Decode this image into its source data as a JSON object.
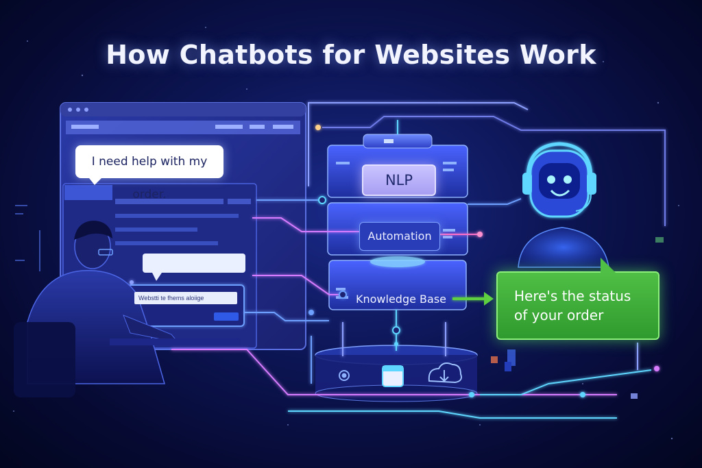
{
  "title": "How Chatbots for Websites Work",
  "user_message": "I need help with my order.",
  "chat_input_text": "Webstti te fhems aloiige",
  "layers": {
    "nlp": "NLP",
    "automation": "Automation",
    "knowledge_base": "Knowledge Base"
  },
  "bot_reply": {
    "line1": "Here's the status",
    "line2": "of your order"
  },
  "icons": [
    "gear-icon",
    "calendar-icon",
    "cloud-download-icon",
    "robot-icon",
    "person-icon"
  ],
  "colors": {
    "background": "#0d1656",
    "accent_blue": "#4f7bff",
    "bot_green": "#3faa3a",
    "glow_cyan": "#5fd6ff",
    "glow_pink": "#d77cff"
  }
}
